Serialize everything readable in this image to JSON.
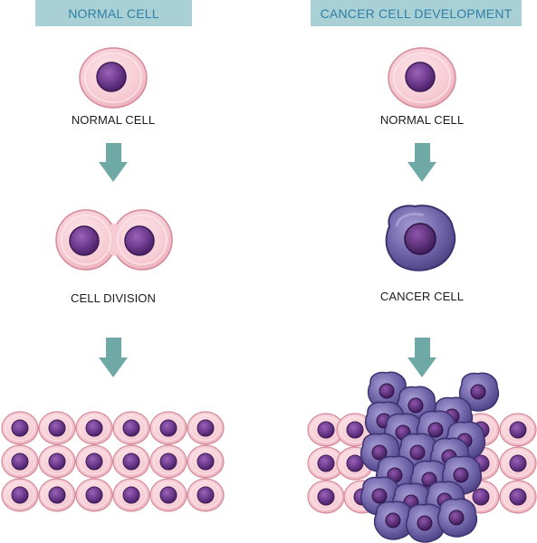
{
  "headers": {
    "normal": "NORMAL CELL",
    "cancer": "CANCER CELL DEVELOPMENT"
  },
  "left_column": {
    "step1_label": "NORMAL CELL",
    "step2_label": "CELL DIVISION"
  },
  "right_column": {
    "step1_label": "NORMAL CELL",
    "step2_label": "CANCER CELL"
  },
  "colors": {
    "header_bg": "#a9d1d5",
    "header_text": "#2f7fa6",
    "arrow": "#6fa9a6",
    "cell_membrane": "#f3c2cc",
    "nucleus": "#5a2d7a",
    "cancer_cell": "#6f63a8"
  }
}
